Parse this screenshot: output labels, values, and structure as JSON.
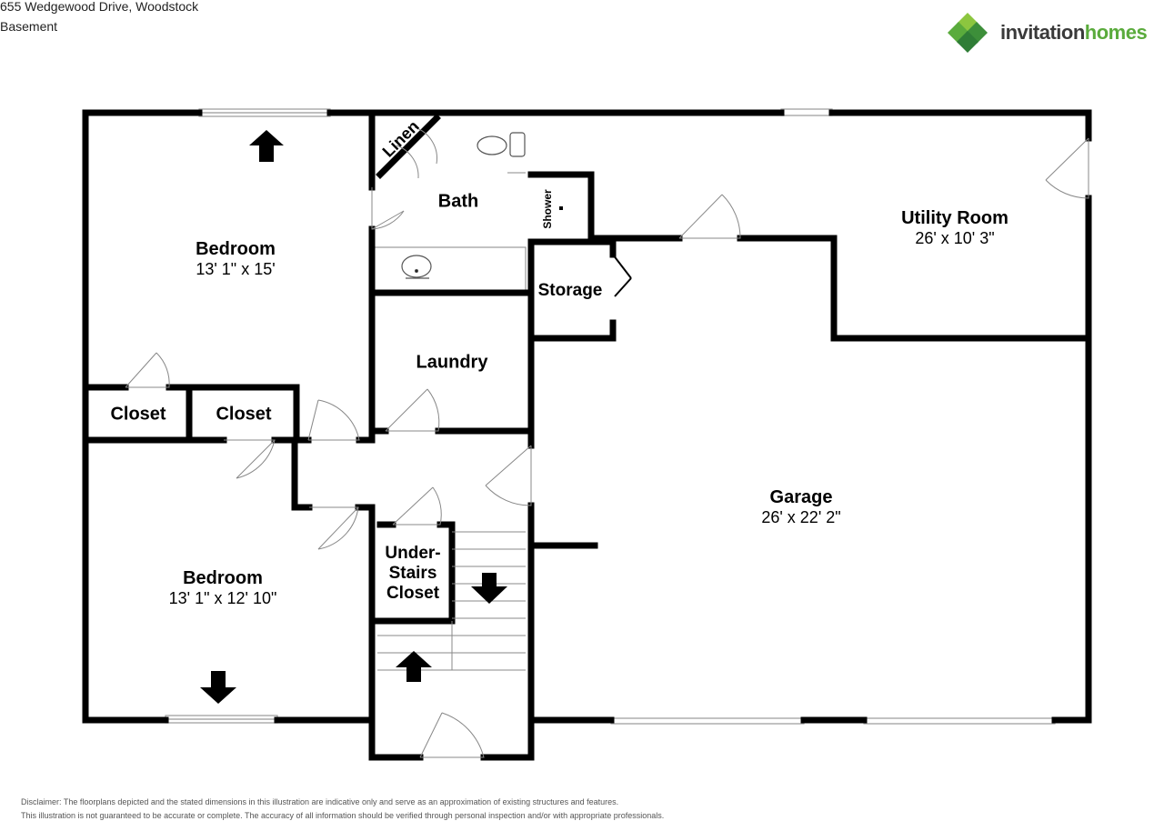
{
  "header": {
    "address": "655 Wedgewood Drive, Woodstock",
    "level": "Basement"
  },
  "brand": {
    "logo_text_1": "invitation",
    "logo_text_2": "homes",
    "text_color": "#3a3a3a",
    "accent_color": "#5aab3c"
  },
  "rooms": {
    "bedroom_top": {
      "name": "Bedroom",
      "dims": "13' 1\" x 15'"
    },
    "bedroom_bottom": {
      "name": "Bedroom",
      "dims": "13' 1\" x 12' 10\""
    },
    "bath": {
      "name": "Bath"
    },
    "linen": {
      "name": "Linen"
    },
    "shower": {
      "name": "Shower"
    },
    "storage": {
      "name": "Storage"
    },
    "laundry": {
      "name": "Laundry"
    },
    "closet_left": {
      "name": "Closet"
    },
    "closet_right": {
      "name": "Closet"
    },
    "under_stairs": {
      "line1": "Under-",
      "line2": "Stairs",
      "line3": "Closet"
    },
    "utility": {
      "name": "Utility Room",
      "dims": "26' x 10' 3\""
    },
    "garage": {
      "name": "Garage",
      "dims": "26' x 22' 2\""
    }
  },
  "disclaimer": {
    "line1": "Disclaimer: The floorplans depicted and the stated dimensions in this illustration are indicative only and serve as an approximation of existing structures and features.",
    "line2": "This illustration is not guaranteed to be accurate or complete. The accuracy of all information should be verified through personal inspection and/or with appropriate professionals."
  }
}
